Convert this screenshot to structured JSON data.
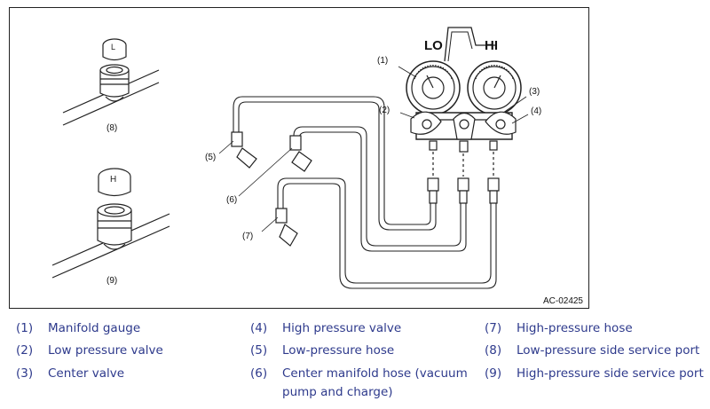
{
  "figure": {
    "code": "AC-02425",
    "gauge_labels": {
      "lo": "LO",
      "hi": "HI"
    },
    "callouts": [
      "(1)",
      "(2)",
      "(3)",
      "(4)",
      "(5)",
      "(6)",
      "(7)",
      "(8)",
      "(9)"
    ],
    "cap_letters": {
      "low": "L",
      "high": "H"
    }
  },
  "legend": [
    {
      "num": "(1)",
      "text": "Manifold gauge"
    },
    {
      "num": "(2)",
      "text": "Low pressure valve"
    },
    {
      "num": "(3)",
      "text": "Center valve"
    },
    {
      "num": "(4)",
      "text": "High pressure valve"
    },
    {
      "num": "(5)",
      "text": "Low-pressure hose"
    },
    {
      "num": "(6)",
      "text": "Center manifold hose (vacuum pump and charge)"
    },
    {
      "num": "(7)",
      "text": "High-pressure hose"
    },
    {
      "num": "(8)",
      "text": "Low-pressure side service port"
    },
    {
      "num": "(9)",
      "text": "High-pressure side service port"
    }
  ]
}
